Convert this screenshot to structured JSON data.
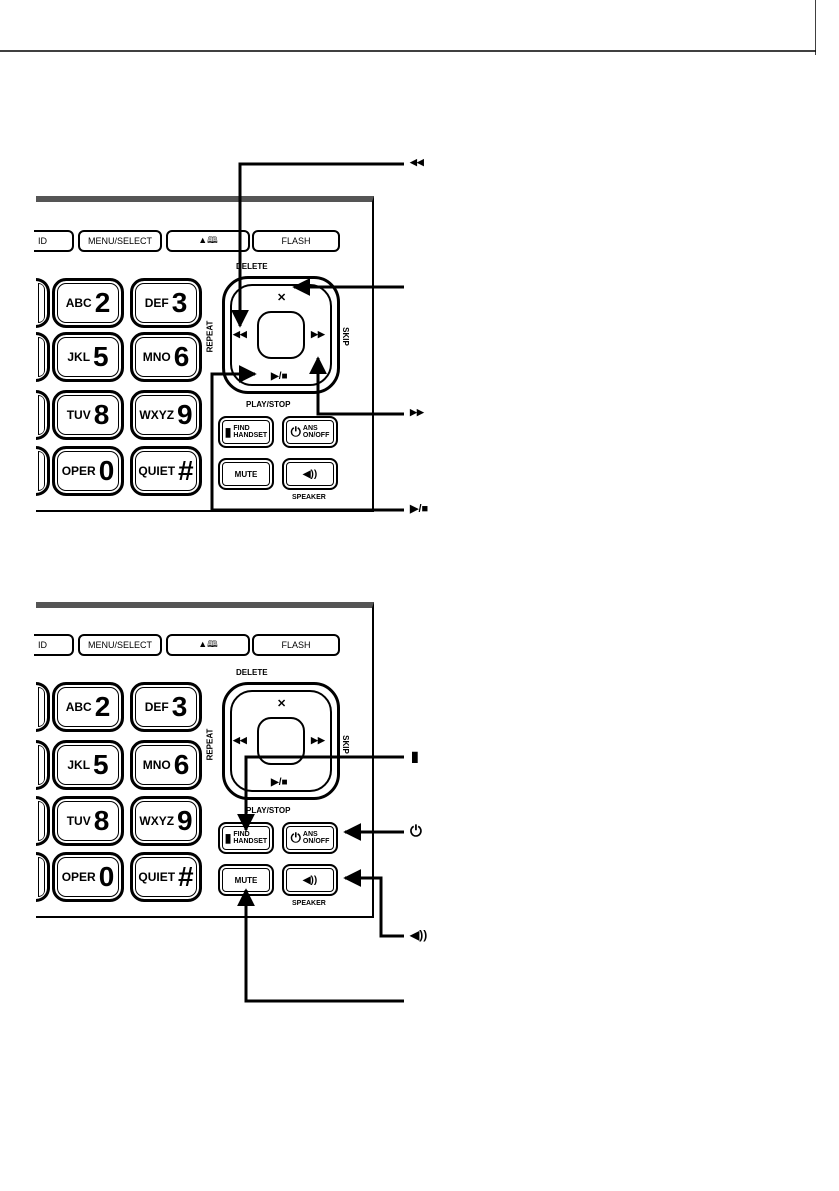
{
  "keypad": {
    "function_keys": [
      "ID",
      "MENU/SELECT",
      "▲🕮",
      "FLASH"
    ],
    "keys": [
      {
        "letters": "ABC",
        "digit": "2"
      },
      {
        "letters": "DEF",
        "digit": "3"
      },
      {
        "letters": "JKL",
        "digit": "5"
      },
      {
        "letters": "MNO",
        "digit": "6"
      },
      {
        "letters": "TUV",
        "digit": "8"
      },
      {
        "letters": "WXYZ",
        "digit": "9"
      },
      {
        "letters": "OPER",
        "digit": "0"
      },
      {
        "letters": "QUIET",
        "digit": "#"
      }
    ],
    "nav": {
      "delete": "DELETE",
      "repeat": "REPEAT",
      "skip": "SKIP",
      "play_stop": "PLAY/STOP",
      "x_glyph": "✕",
      "rew_glyph": "◀◀",
      "ff_glyph": "▶▶",
      "play_glyph": "▶/■"
    },
    "side_keys": {
      "find_handset": "FIND\nHANDSET",
      "ans_on_off": "ANS\nON/OFF",
      "mute": "MUTE",
      "speaker_glyph": "◀))",
      "speaker": "SPEAKER",
      "power_glyph": "⏻"
    }
  },
  "callouts_top": {
    "rewind": "◀◀",
    "fast_forward": "▶▶",
    "play_stop": "▶/■"
  },
  "callouts_bottom": {
    "handset": "▮",
    "power": "⏻",
    "speaker": "◀))"
  }
}
